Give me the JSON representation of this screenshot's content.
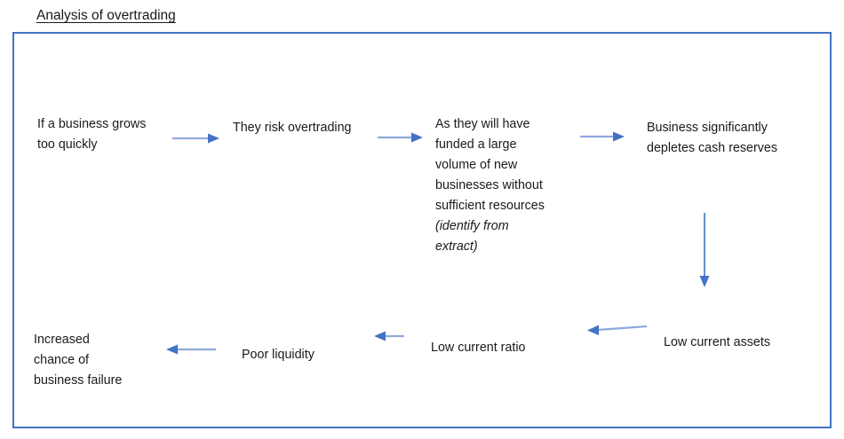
{
  "title": "Analysis of overtrading",
  "colors": {
    "border": "#4472c4",
    "arrow_line": "#8faadc",
    "arrow_head": "#4472c4",
    "text": "#1a1a1a"
  },
  "flow": {
    "nodes": [
      {
        "id": "node-1",
        "text": "If a business grows\ntoo quickly",
        "italic_text": ""
      },
      {
        "id": "node-2",
        "text": "They risk overtrading",
        "italic_text": ""
      },
      {
        "id": "node-3",
        "text": "As they will have\nfunded a large\nvolume of new\nbusinesses without\nsufficient resources",
        "italic_text": "(identify from\nextract)"
      },
      {
        "id": "node-4",
        "text": "Business significantly\ndepletes cash reserves",
        "italic_text": ""
      },
      {
        "id": "node-5",
        "text": "Low current assets",
        "italic_text": ""
      },
      {
        "id": "node-6",
        "text": "Low current ratio",
        "italic_text": ""
      },
      {
        "id": "node-7",
        "text": "Poor liquidity",
        "italic_text": ""
      },
      {
        "id": "node-8",
        "text": "Increased\nchance of\nbusiness failure",
        "italic_text": ""
      }
    ],
    "arrows": [
      {
        "id": "arrow-1",
        "from": "node-1",
        "to": "node-2",
        "direction": "right"
      },
      {
        "id": "arrow-2",
        "from": "node-2",
        "to": "node-3",
        "direction": "right"
      },
      {
        "id": "arrow-3",
        "from": "node-3",
        "to": "node-4",
        "direction": "right"
      },
      {
        "id": "arrow-4",
        "from": "node-4",
        "to": "node-5",
        "direction": "down"
      },
      {
        "id": "arrow-5",
        "from": "node-5",
        "to": "node-6",
        "direction": "left"
      },
      {
        "id": "arrow-6",
        "from": "node-6",
        "to": "node-7",
        "direction": "left"
      },
      {
        "id": "arrow-7",
        "from": "node-7",
        "to": "node-8",
        "direction": "left"
      }
    ]
  }
}
